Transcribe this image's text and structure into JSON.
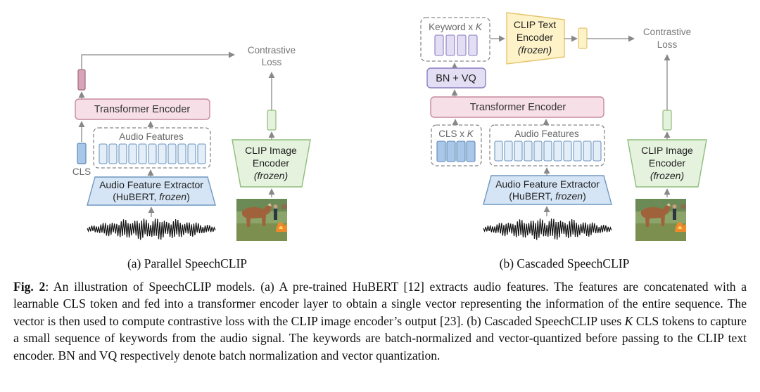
{
  "parallel": {
    "subtitle": "(a) Parallel SpeechCLIP",
    "contrastive_line1": "Contrastive",
    "contrastive_line2": "Loss",
    "transformer_label": "Transformer Encoder",
    "audio_features_label": "Audio Features",
    "cls_label": "CLS",
    "extractor_line1": "Audio Feature Extractor",
    "extractor_line2_prefix": "(HuBERT, ",
    "extractor_line2_italic": "frozen",
    "extractor_line2_suffix": ")",
    "image_encoder_line1": "CLIP Image",
    "image_encoder_line2": "Encoder",
    "image_encoder_line3": "(frozen)"
  },
  "cascaded": {
    "subtitle": "(b) Cascaded SpeechCLIP",
    "keyword_label_prefix": "Keyword x ",
    "keyword_label_var": "K",
    "text_encoder_line1": "CLIP Text",
    "text_encoder_line2": "Encoder",
    "text_encoder_line3": "(frozen)",
    "contrastive_line1": "Contrastive",
    "contrastive_line2": "Loss",
    "bnvq_label": "BN + VQ",
    "transformer_label": "Transformer Encoder",
    "cls_label_prefix": "CLS x ",
    "cls_label_var": "K",
    "audio_features_label": "Audio Features",
    "extractor_line1": "Audio Feature Extractor",
    "extractor_line2_prefix": "(HuBERT, ",
    "extractor_line2_italic": "frozen",
    "extractor_line2_suffix": ")",
    "image_encoder_line1": "CLIP Image",
    "image_encoder_line2": "Encoder",
    "image_encoder_line3": "(frozen)"
  },
  "caption": {
    "fig_label": "Fig. 2",
    "text_part1": ": An illustration of SpeechCLIP models. (a) A pre-trained HuBERT [12] extracts audio features. The features are concatenated with a learnable CLS token and fed into a transformer encoder layer to obtain a single vector representing the information of the entire sequence. The vector is then used to compute contrastive loss with the CLIP image encoder’s output [23]. (b) Cascaded SpeechCLIP uses ",
    "k_var": "K",
    "text_part2": " CLS tokens to capture a small sequence of keywords from the audio signal. The keywords are batch-normalized and vector-quantized before passing to the CLIP text encoder. BN and VQ respectively denote batch normalization and vector quantization."
  },
  "colors": {
    "transformer_fill": "#f6dfe6",
    "transformer_stroke": "#c58a9c",
    "token_fill": "#e3eef9",
    "token_stroke": "#6f97c0",
    "cls_fill": "#a9c7e9",
    "extractor_fill": "#d5e5f5",
    "image_enc_fill": "#e5f2de",
    "image_enc_stroke": "#8fbd7c",
    "text_enc_fill": "#fdf2c8",
    "text_enc_stroke": "#e5c46a",
    "bnvq_fill": "#e3def3",
    "bnvq_stroke": "#8a7fc0",
    "arrow": "#888888"
  }
}
